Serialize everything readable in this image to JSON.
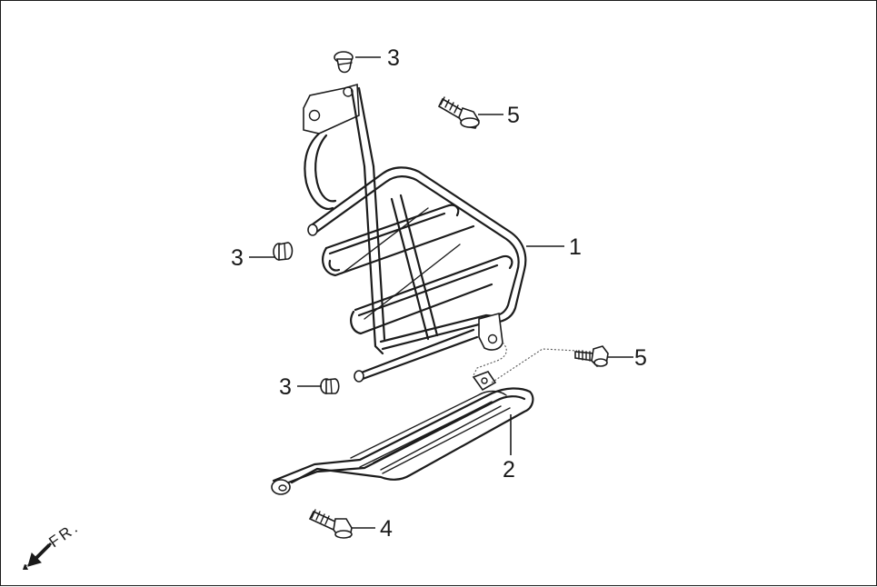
{
  "callouts": {
    "c1": "1",
    "c2": "2",
    "c3a": "3",
    "c3b": "3",
    "c3c": "3",
    "c4": "4",
    "c5a": "5",
    "c5b": "5"
  },
  "front_indicator": {
    "label": "FR.",
    "icon": "arrow-down-left-icon"
  }
}
